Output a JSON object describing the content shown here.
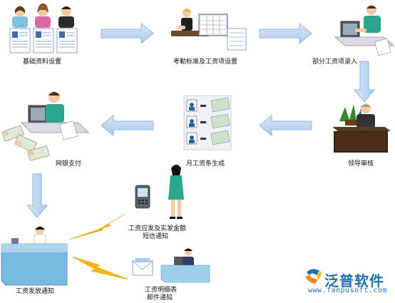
{
  "steps": {
    "basic_info": "基础资料设置",
    "attendance": "考勤标准及工资项设置",
    "partial_entry": "部分工资项录入",
    "leader_review": "领导审核",
    "monthly_generate": "月工资条生成",
    "bank_payment": "网银支付",
    "sms_line1": "工资应发及实发金额",
    "sms_line2": "短信通知",
    "release_notice": "工资发放通知",
    "email_line1": "工资明细表",
    "email_line2": "邮件通知"
  },
  "logo": {
    "name": "泛普软件",
    "url": "www.fanpusoft.com"
  },
  "colors": {
    "arrow_fill": "#b8d3ef",
    "arrow_stroke": "#8fb3dc",
    "lightning": "#f5b800",
    "desk": "#7ab8e0",
    "shirt_teal": "#2aa58e",
    "logo_blue": "#1f6fb2",
    "logo_orange": "#f08a1c"
  }
}
